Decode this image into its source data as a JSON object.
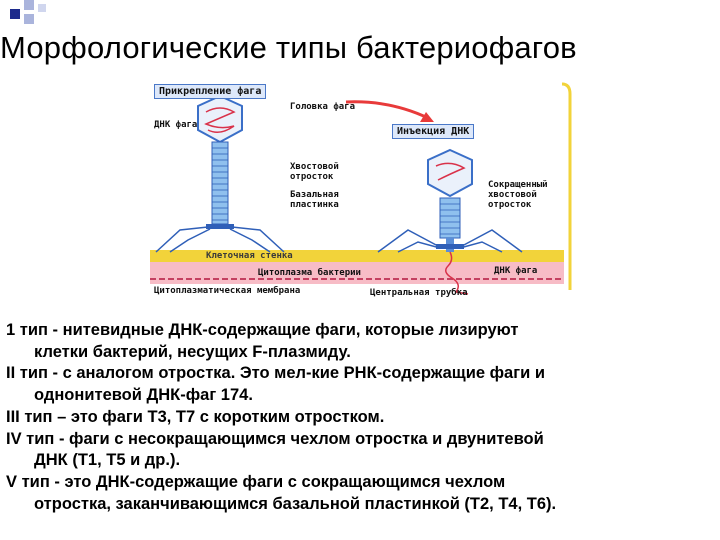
{
  "slide": {
    "title": "Морфологические типы бактериофагов"
  },
  "figure": {
    "labels": {
      "attachment": "Прикрепление фага",
      "head": "Головка фага",
      "dna": "ДНК фага",
      "tail": "Хвостовой отросток",
      "baseplate": "Базальная пластинка",
      "injection": "Инъекция ДНК",
      "contracted_tail": "Сокращенный хвостовой отросток",
      "cell_wall": "Клеточная стенка",
      "cytoplasm": "Цитоплазма бактерии",
      "phage_dna": "ДНК фага",
      "membrane": "Цитоплазматическая мембрана",
      "central_tube": "Центральная трубка"
    },
    "colors": {
      "wall": "#f2d33a",
      "cytoplasm": "#f7bcc6",
      "membrane": "#c44060",
      "tail": "#8fc0ee",
      "capsid": "#3a6fc8",
      "dna": "#d9324a",
      "arrow": "#e83a3a",
      "label_box": "#dde8fa"
    }
  },
  "types": [
    {
      "line1": "1 тип - нитевидные ДНК-содержащие фаги, которые лизируют",
      "line2": "клетки бактерий, несущих F-плазмиду."
    },
    {
      "line1": "II тип - с аналогом отростка. Это мел-кие РНК-содержащие фаги и",
      "line2": "однонитевой ДНК-фаг 174."
    },
    {
      "line1": "III тип – это фаги Т3, Т7 с коротким отростком.",
      "line2": ""
    },
    {
      "line1": "IV тип - фаги с несокращающимся чехлом отростка и двунитевой",
      "line2": "ДНК   (Т1, Т5 и др.)."
    },
    {
      "line1": "V тип  - это ДНК-содержащие фаги с сокращающимся чехлом",
      "line2": "отростка, заканчивающимся базальной пластинкой (Т2, Т4, Т6)."
    }
  ]
}
